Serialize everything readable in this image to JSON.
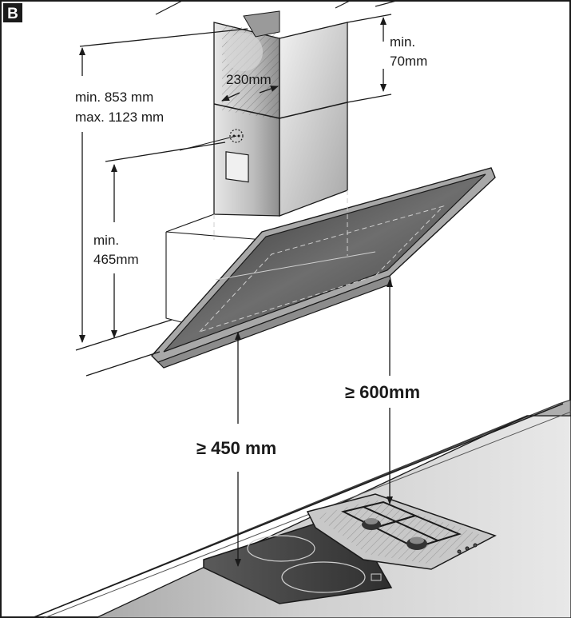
{
  "figure": {
    "badge": "B",
    "labels": {
      "top_clearance_1": "min.",
      "top_clearance_2": "70mm",
      "duct_width": "230mm",
      "total_height_1": "min. 853 mm",
      "total_height_2": "max. 1123 mm",
      "socket_height_1": "min.",
      "socket_height_2": "465mm",
      "gas_clearance": "≥ 600mm",
      "electric_clearance": "≥ 450 mm"
    },
    "colors": {
      "line": "#1a1a1a",
      "metal_light": "#d9d9d9",
      "metal_dark": "#7a7a7a",
      "glass_dark": "#4a4a4a",
      "counter": "#bdbdbd"
    }
  }
}
